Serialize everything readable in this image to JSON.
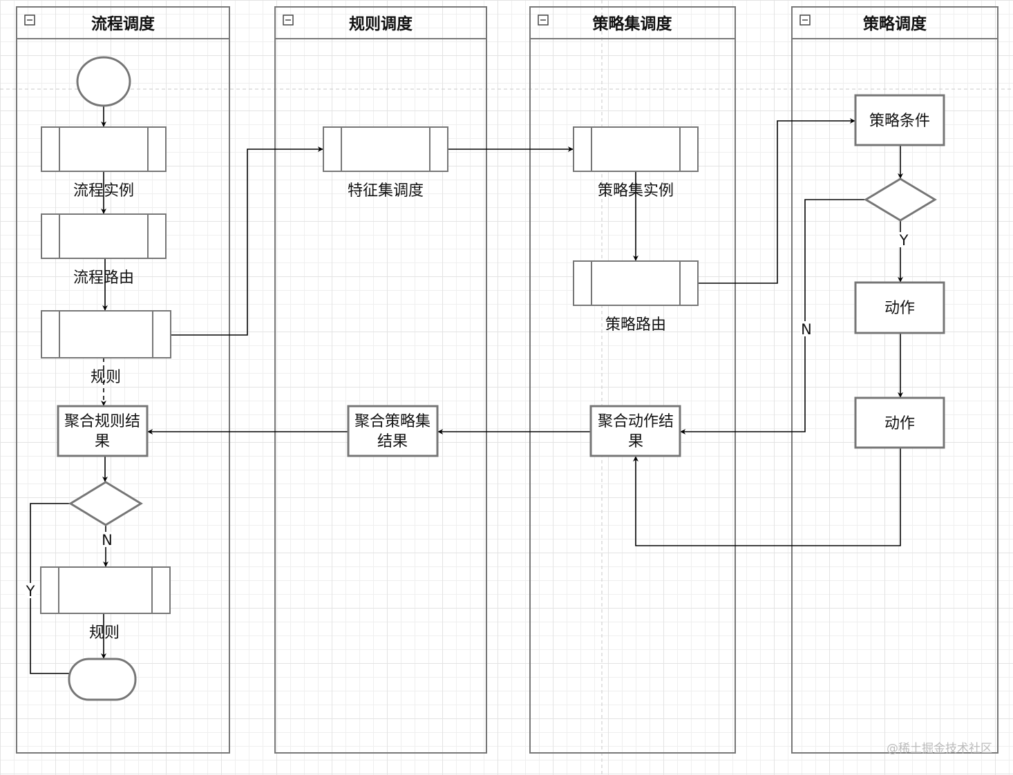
{
  "lanes": {
    "flow": "流程调度",
    "rule": "规则调度",
    "strategy_set": "策略集调度",
    "strategy": "策略调度"
  },
  "nodes": {
    "flow_instance": "流程实例",
    "flow_route": "流程路由",
    "rule_1": "规则",
    "agg_rule_1": "聚合规则结",
    "agg_rule_2": "果",
    "rule_2": "规则",
    "feature_set": "特征集调度",
    "agg_strategy_set_1": "聚合策略集",
    "agg_strategy_set_2": "结果",
    "strategy_set_instance": "策略集实例",
    "strategy_route": "策略路由",
    "agg_action_1": "聚合动作结",
    "agg_action_2": "果",
    "strategy_condition": "策略条件",
    "action_1": "动作",
    "action_2": "动作"
  },
  "edges": {
    "flow_n": "N",
    "flow_y": "Y",
    "strategy_y": "Y",
    "strategy_n": "N"
  },
  "watermark": "@稀土掘金技术社区",
  "colors": {
    "stroke": "#767676",
    "line": "#000000",
    "grid": "#e3e3e3"
  }
}
